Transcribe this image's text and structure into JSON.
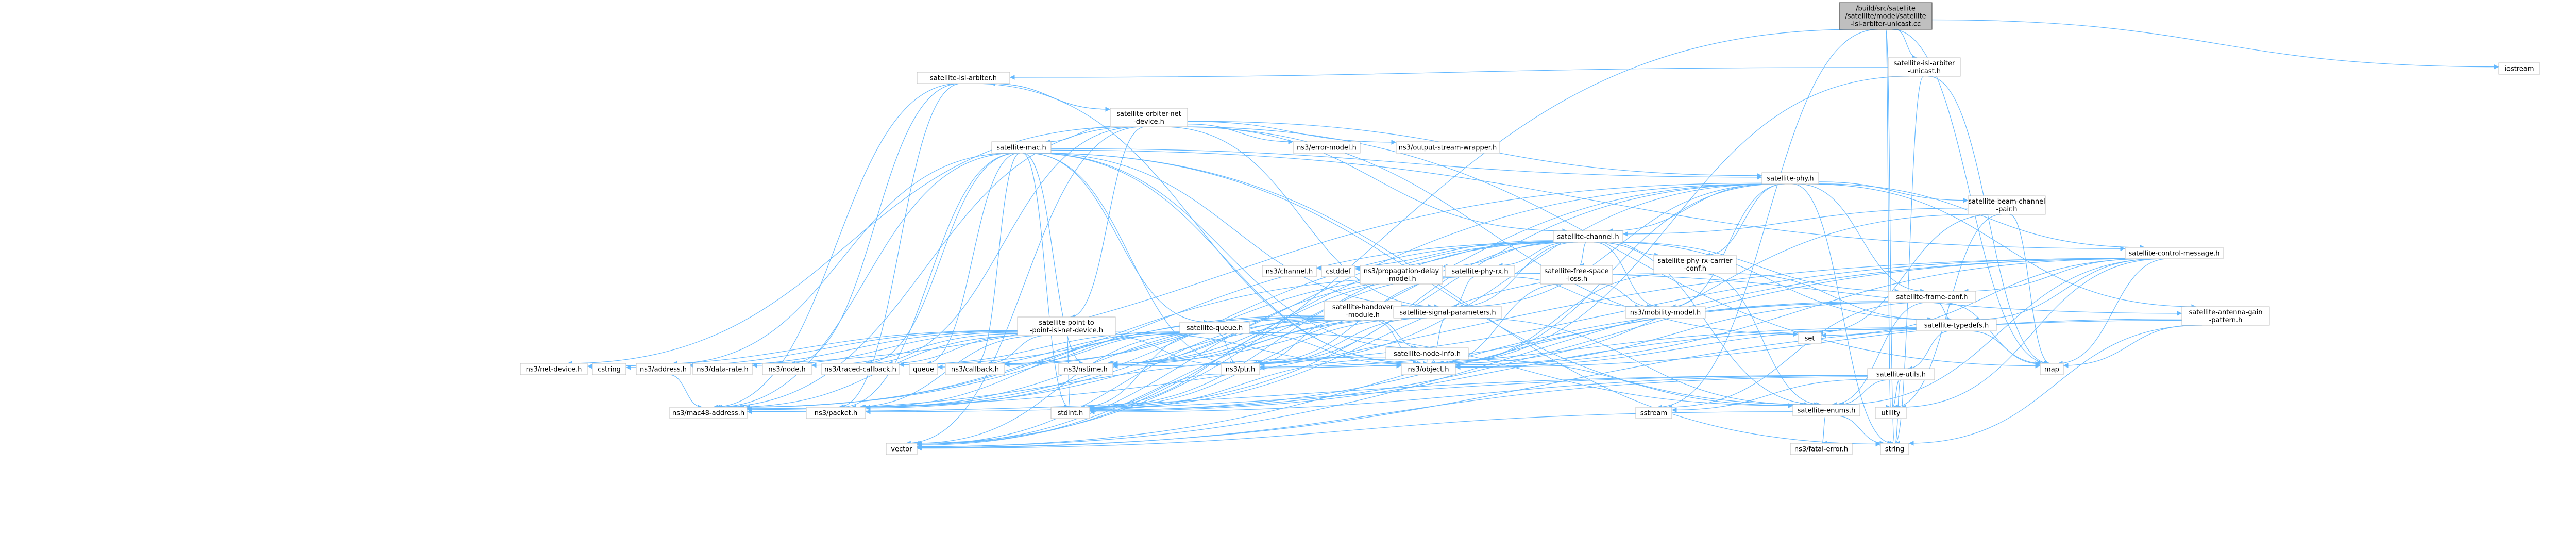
{
  "graph": {
    "nodes": [
      {
        "id": "root",
        "lines": [
          "/build/src/satellite",
          "/satellite/model/satellite",
          "-isl-arbiter-unicast.cc"
        ],
        "kind": "current"
      },
      {
        "id": "n_isl_arbiter_unicast_h",
        "lines": [
          "satellite-isl-arbiter",
          "-unicast.h"
        ]
      },
      {
        "id": "n_iostream",
        "lines": [
          "iostream"
        ]
      },
      {
        "id": "n_isl_arbiter_h",
        "lines": [
          "satellite-isl-arbiter.h"
        ]
      },
      {
        "id": "n_orbiter_net_device",
        "lines": [
          "satellite-orbiter-net",
          "-device.h"
        ]
      },
      {
        "id": "n_mac_h",
        "lines": [
          "satellite-mac.h"
        ]
      },
      {
        "id": "n_error_model",
        "lines": [
          "ns3/error-model.h"
        ]
      },
      {
        "id": "n_output_stream",
        "lines": [
          "ns3/output-stream-wrapper.h"
        ]
      },
      {
        "id": "n_phy_h",
        "lines": [
          "satellite-phy.h"
        ]
      },
      {
        "id": "n_beam_channel_pair",
        "lines": [
          "satellite-beam-channel",
          "-pair.h"
        ]
      },
      {
        "id": "n_channel_h",
        "lines": [
          "satellite-channel.h"
        ]
      },
      {
        "id": "n_control_message",
        "lines": [
          "satellite-control-message.h"
        ]
      },
      {
        "id": "n_phy_rx_carrier_conf",
        "lines": [
          "satellite-phy-rx-carrier",
          "-conf.h"
        ]
      },
      {
        "id": "n_free_space_loss",
        "lines": [
          "satellite-free-space",
          "-loss.h"
        ]
      },
      {
        "id": "n_phy_rx_h",
        "lines": [
          "satellite-phy-rx.h"
        ]
      },
      {
        "id": "n_prop_delay",
        "lines": [
          "ns3/propagation-delay",
          "-model.h"
        ]
      },
      {
        "id": "n_cstddef",
        "lines": [
          "cstddef"
        ]
      },
      {
        "id": "n_ns3_channel",
        "lines": [
          "ns3/channel.h"
        ]
      },
      {
        "id": "n_frame_conf",
        "lines": [
          "satellite-frame-conf.h"
        ]
      },
      {
        "id": "n_antenna_gain",
        "lines": [
          "satellite-antenna-gain",
          "-pattern.h"
        ]
      },
      {
        "id": "n_handover_module",
        "lines": [
          "satellite-handover",
          "-module.h"
        ]
      },
      {
        "id": "n_signal_params",
        "lines": [
          "satellite-signal-parameters.h"
        ]
      },
      {
        "id": "n_mobility_model",
        "lines": [
          "ns3/mobility-model.h"
        ]
      },
      {
        "id": "n_typedefs",
        "lines": [
          "satellite-typedefs.h"
        ]
      },
      {
        "id": "n_set",
        "lines": [
          "set"
        ]
      },
      {
        "id": "n_p2p_isl",
        "lines": [
          "satellite-point-to",
          "-point-isl-net-device.h"
        ]
      },
      {
        "id": "n_queue_h",
        "lines": [
          "satellite-queue.h"
        ]
      },
      {
        "id": "n_node_info",
        "lines": [
          "satellite-node-info.h"
        ]
      },
      {
        "id": "n_utils",
        "lines": [
          "satellite-utils.h"
        ]
      },
      {
        "id": "n_enums",
        "lines": [
          "satellite-enums.h"
        ]
      },
      {
        "id": "n_fatal_error",
        "lines": [
          "ns3/fatal-error.h"
        ]
      },
      {
        "id": "n_inet_device",
        "lines": [
          "ns3/net-device.h"
        ]
      },
      {
        "id": "n_cstring",
        "lines": [
          "cstring"
        ]
      },
      {
        "id": "n_address",
        "lines": [
          "ns3/address.h"
        ]
      },
      {
        "id": "n_data_rate",
        "lines": [
          "ns3/data-rate.h"
        ]
      },
      {
        "id": "n_node",
        "lines": [
          "ns3/node.h"
        ]
      },
      {
        "id": "n_traced_callback",
        "lines": [
          "ns3/traced-callback.h"
        ]
      },
      {
        "id": "n_queue",
        "lines": [
          "queue"
        ]
      },
      {
        "id": "n_callback",
        "lines": [
          "ns3/callback.h"
        ]
      },
      {
        "id": "n_nstime",
        "lines": [
          "ns3/nstime.h"
        ]
      },
      {
        "id": "n_ptr",
        "lines": [
          "ns3/ptr.h"
        ]
      },
      {
        "id": "n_object",
        "lines": [
          "ns3/object.h"
        ]
      },
      {
        "id": "n_map",
        "lines": [
          "map"
        ]
      },
      {
        "id": "n_mac48",
        "lines": [
          "ns3/mac48-address.h"
        ]
      },
      {
        "id": "n_packet",
        "lines": [
          "ns3/packet.h"
        ]
      },
      {
        "id": "n_stdint",
        "lines": [
          "stdint.h"
        ]
      },
      {
        "id": "n_sstream",
        "lines": [
          "sstream"
        ]
      },
      {
        "id": "n_utility",
        "lines": [
          "utility"
        ]
      },
      {
        "id": "n_vector",
        "lines": [
          "vector"
        ]
      },
      {
        "id": "n_string",
        "lines": [
          "string"
        ]
      }
    ]
  }
}
